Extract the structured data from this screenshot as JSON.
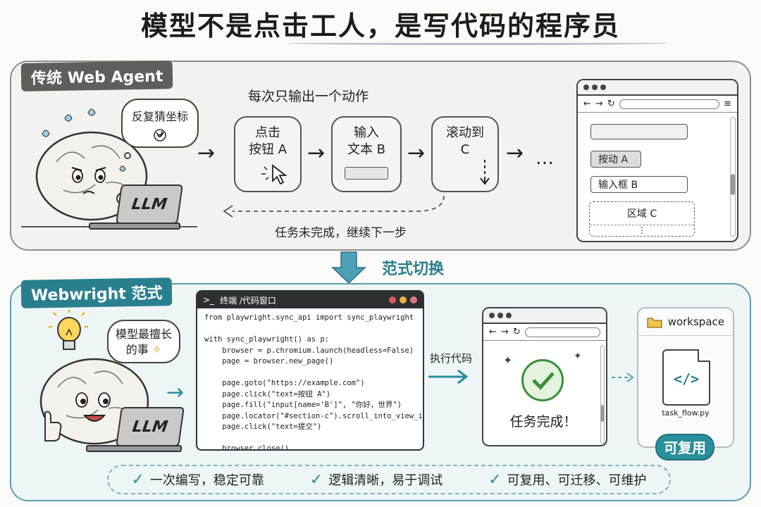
{
  "title": "模型不是点击工人，是写代码的程序员",
  "top": {
    "tag": "传统 Web Agent",
    "thought": "反复猜坐标",
    "llm_label": "LLM",
    "header": "每次只输出一个动作",
    "steps": [
      {
        "line1": "点击",
        "line2": "按钮 A"
      },
      {
        "line1": "输入",
        "line2": "文本 B"
      },
      {
        "line1": "滚动到",
        "line2": "C"
      }
    ],
    "ellipsis": "…",
    "loop_note": "任务未完成，继续下一步",
    "browser": {
      "button_a": "按动 A",
      "input_b": "输入框 B",
      "region_c": "区域 C"
    }
  },
  "switch_label": "范式切换",
  "bottom": {
    "tag": "Webwright 范式",
    "thought": "模型最擅长的事",
    "llm_label": "LLM",
    "terminal_title": "终端 /代码窗口",
    "terminal_prompt": ">_",
    "code_lines": [
      "from playwright.sync_api import sync_playwright",
      "",
      "with sync_playwright() as p:",
      "    browser = p.chromium.launch(headless=False)",
      "    page = browser.new_page()",
      "",
      "    page.goto(\"https://example.com\")",
      "    page.click(\"text=按钮 A\")",
      "    page.fill(\"input[name='B']\", \"你好，世界\")",
      "    page.locator(\"#section-c\").scroll_into_view_if_needed()",
      "    page.click(\"text=提交\")",
      "",
      "    browser.close()"
    ],
    "exec_label": "执行代码",
    "done_text": "任务完成！",
    "workspace_label": "workspace",
    "file_name": "task_flow.py",
    "file_icon": "</>",
    "reuse_button": "可复用"
  },
  "features": [
    "一次编写，稳定可靠",
    "逻辑清晰，易于调试",
    "可复用、可迁移、可维护"
  ],
  "colors": {
    "teal": "#2a8f9c",
    "green": "#3a8f3a",
    "gray_tag": "#5e5e5e"
  }
}
